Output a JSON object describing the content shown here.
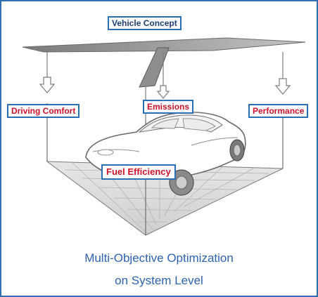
{
  "labels": {
    "vehicle_concept": "Vehicle Concept",
    "driving_comfort": "Driving Comfort",
    "emissions": "Emissions",
    "performance": "Performance",
    "fuel_efficiency": "Fuel Efficiency"
  },
  "caption": {
    "line1": "Multi-Objective Optimization",
    "line2": "on System Level"
  },
  "colors": {
    "frame_border": "#2f6fb3",
    "label_border": "#2a6fb6",
    "concept_text": "#1c3f73",
    "objective_text": "#d0112b",
    "caption_text": "#2d63b2"
  }
}
